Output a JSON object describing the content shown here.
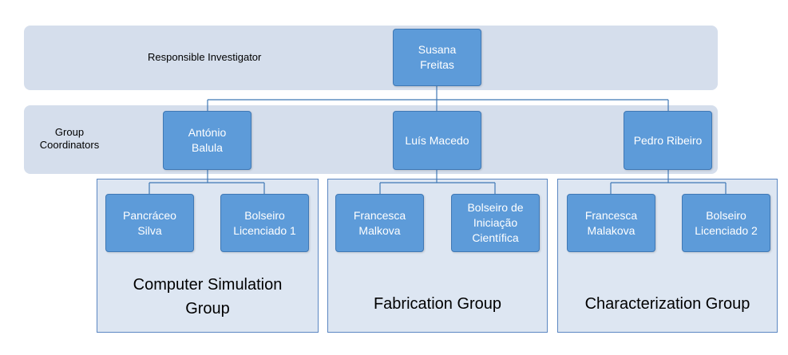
{
  "bands": {
    "investigator_label": "Responsible Investigator",
    "coordinators_label": "Group\nCoordinators"
  },
  "nodes": {
    "investigator": "Susana\nFreitas",
    "coord_1": "António\nBalula",
    "coord_2": "Luís Macedo",
    "coord_3": "Pedro Ribeiro",
    "member_1a": "Pancráceo\nSilva",
    "member_1b": "Bolseiro\nLicenciado 1",
    "member_2a": "Francesca\nMalkova",
    "member_2b": "Bolseiro de\nIniciação\nCientífica",
    "member_3a": "Francesca\nMalakova",
    "member_3b": "Bolseiro\nLicenciado 2"
  },
  "groups": {
    "group_1": "Computer Simulation\nGroup",
    "group_2": "Fabrication Group",
    "group_3": "Characterization Group"
  },
  "colors": {
    "band": "#d5deec",
    "node_fill": "#5d9bd9",
    "connector": "#3f78b5",
    "group_border": "#5b87c2"
  }
}
